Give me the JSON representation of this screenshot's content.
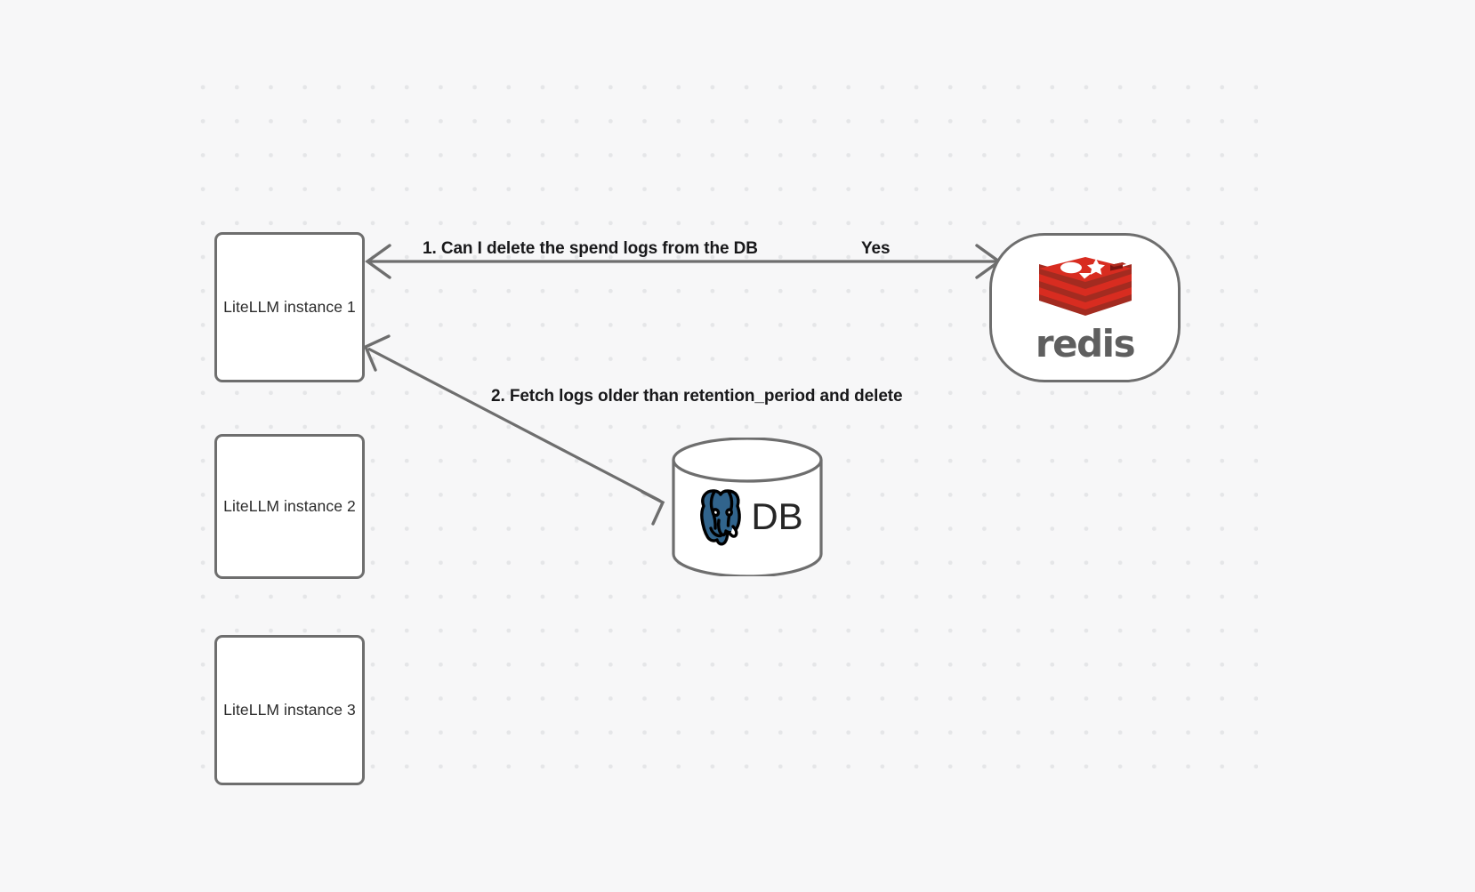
{
  "diagram": {
    "background_color": "#f7f7f8",
    "grid_dot_color": "#e5e6e8",
    "node_border_color": "#6e6e6e",
    "edge_color": "#6e6e6e",
    "nodes": [
      {
        "id": "instance-1",
        "label": "LiteLLM instance 1",
        "type": "box"
      },
      {
        "id": "instance-2",
        "label": "LiteLLM instance 2",
        "type": "box"
      },
      {
        "id": "instance-3",
        "label": "LiteLLM instance 3",
        "type": "box"
      },
      {
        "id": "redis",
        "label": "redis",
        "type": "rounded",
        "brand_color": "#d82c20"
      },
      {
        "id": "db",
        "label": "DB",
        "type": "cylinder",
        "brand_color": "#31648c"
      }
    ],
    "edges": [
      {
        "id": "edge-1",
        "from": "redis",
        "to": "instance-1",
        "label": "1.  Can I delete the spend logs from the DB",
        "secondary_label": "Yes"
      },
      {
        "id": "edge-2",
        "from": "db",
        "to": "instance-1",
        "label": "2.  Fetch logs older than retention_period and delete"
      }
    ]
  }
}
